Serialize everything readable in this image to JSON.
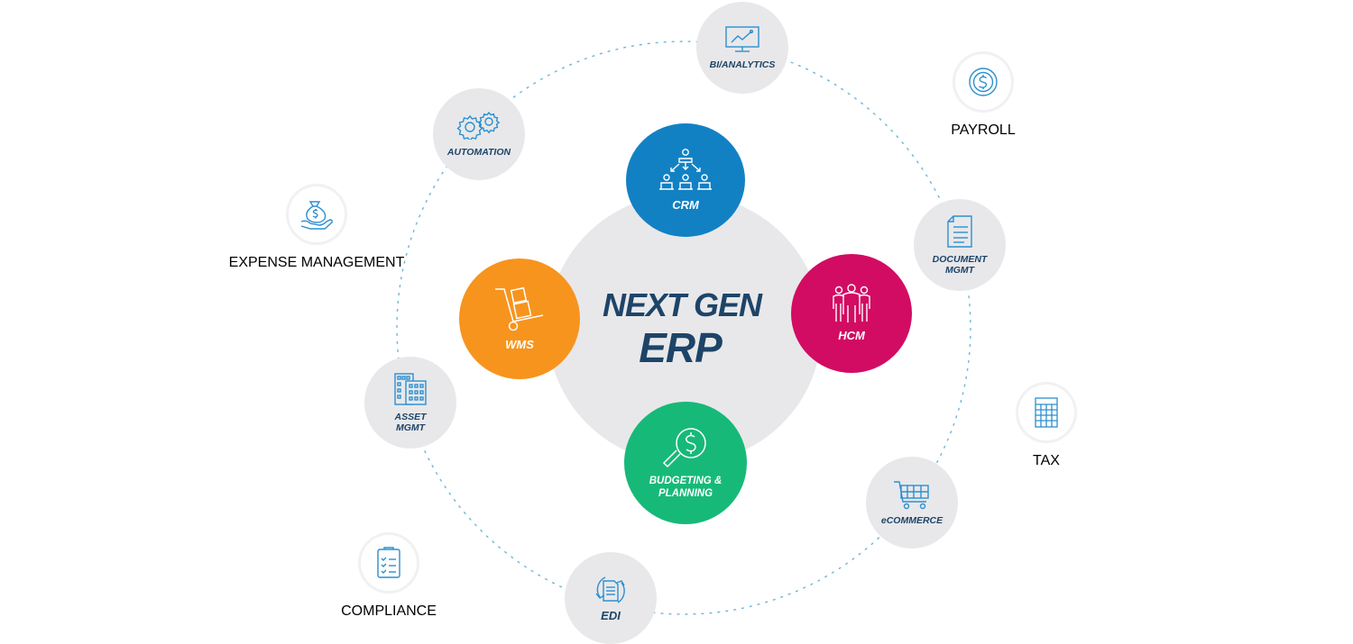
{
  "diagram": {
    "title_line1": "NEXT GEN",
    "title_line2": "ERP",
    "colors": {
      "navy_text": "#1d4468",
      "gray_fill": "#e8e8ea",
      "icon_blue": "#2b8fd0",
      "ring_dash": "#6fb7d6",
      "crm": "#1281c4",
      "wms": "#f7941d",
      "hcm": "#d20c62",
      "budgeting": "#17b978"
    },
    "core_modules": [
      {
        "id": "crm",
        "label": "CRM",
        "icon": "org-hierarchy-icon"
      },
      {
        "id": "wms",
        "label": "WMS",
        "icon": "hand-truck-icon"
      },
      {
        "id": "hcm",
        "label": "HCM",
        "icon": "people-group-icon"
      },
      {
        "id": "budgeting",
        "label": "BUDGETING & PLANNING",
        "icon": "magnifier-dollar-icon"
      }
    ],
    "ring_modules": [
      {
        "id": "bi",
        "label": "BI/ANALYTICS",
        "icon": "monitor-chart-icon"
      },
      {
        "id": "automation",
        "label": "AUTOMATION",
        "icon": "gears-icon"
      },
      {
        "id": "document",
        "label_line1": "DOCUMENT",
        "label_line2": "MGMT",
        "icon": "document-icon"
      },
      {
        "id": "asset",
        "label_line1": "ASSET",
        "label_line2": "MGMT",
        "icon": "buildings-icon"
      },
      {
        "id": "ecommerce",
        "label": "eCOMMERCE",
        "icon": "shopping-cart-icon"
      },
      {
        "id": "edi",
        "label": "EDI",
        "icon": "document-sync-icon"
      }
    ],
    "external_modules": [
      {
        "id": "payroll",
        "label": "PAYROLL",
        "icon": "dollar-coin-icon"
      },
      {
        "id": "expense",
        "label": "EXPENSE MANAGEMENT",
        "icon": "money-bag-hand-icon"
      },
      {
        "id": "tax",
        "label": "TAX",
        "icon": "calculator-icon"
      },
      {
        "id": "compliance",
        "label": "COMPLIANCE",
        "icon": "checklist-icon"
      }
    ]
  }
}
